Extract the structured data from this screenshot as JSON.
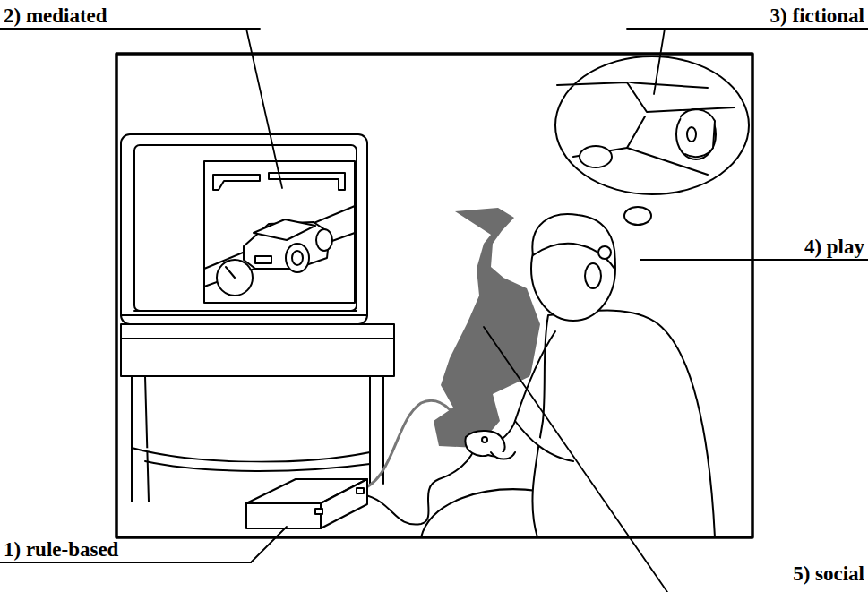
{
  "diagram": {
    "labels": [
      "1) rule-based",
      "2) mediated",
      "3) fictional",
      "4) play",
      "5) social"
    ]
  }
}
